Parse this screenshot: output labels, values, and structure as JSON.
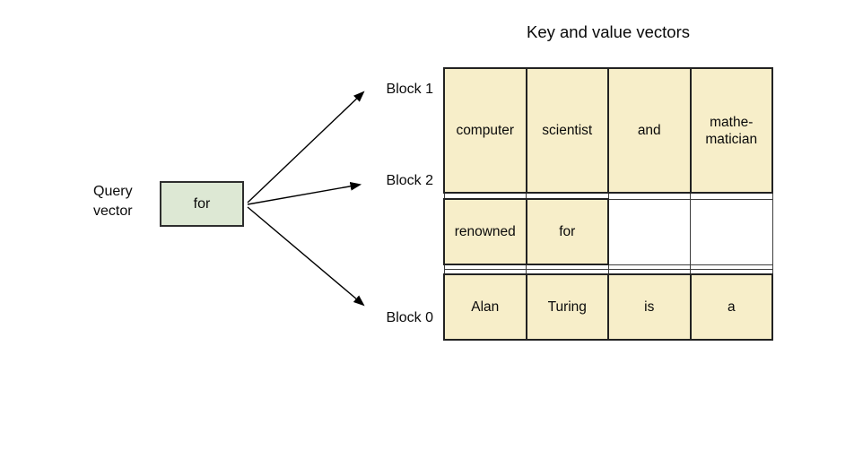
{
  "title": "Key and value vectors",
  "query": {
    "label": "Query\nvector",
    "value": "for"
  },
  "blocks": [
    {
      "label": "Block 1"
    },
    {
      "label": "Block 2"
    },
    {
      "label": "Block 0"
    }
  ],
  "table": {
    "columns": 4,
    "rows": [
      {
        "cells": [
          {
            "text": "computer",
            "highlight": true
          },
          {
            "text": "scientist",
            "highlight": true
          },
          {
            "text": "and",
            "highlight": true
          },
          {
            "text": "mathe-\nmatician",
            "highlight": true
          }
        ]
      },
      {
        "cells": [
          {
            "text": "",
            "highlight": false
          },
          {
            "text": "",
            "highlight": false
          },
          {
            "text": "",
            "highlight": false
          },
          {
            "text": "",
            "highlight": false
          }
        ]
      },
      {
        "cells": [
          {
            "text": "renowned",
            "highlight": true
          },
          {
            "text": "for",
            "highlight": true
          },
          {
            "text": "",
            "highlight": false
          },
          {
            "text": "",
            "highlight": false
          }
        ]
      },
      {
        "cells": [
          {
            "text": "",
            "highlight": false
          },
          {
            "text": "",
            "highlight": false
          },
          {
            "text": "",
            "highlight": false
          },
          {
            "text": "",
            "highlight": false
          }
        ]
      },
      {
        "cells": [
          {
            "text": "",
            "highlight": false
          },
          {
            "text": "",
            "highlight": false
          },
          {
            "text": "",
            "highlight": false
          },
          {
            "text": "",
            "highlight": false
          }
        ]
      },
      {
        "cells": [
          {
            "text": "Alan",
            "highlight": true
          },
          {
            "text": "Turing",
            "highlight": true
          },
          {
            "text": "is",
            "highlight": true
          },
          {
            "text": "a",
            "highlight": true
          }
        ]
      }
    ]
  },
  "colors": {
    "highlight_cell": "#f7eec9",
    "query_box": "#dde8d4",
    "grid_border": "#3d3d3d",
    "arrow": "#000000"
  }
}
